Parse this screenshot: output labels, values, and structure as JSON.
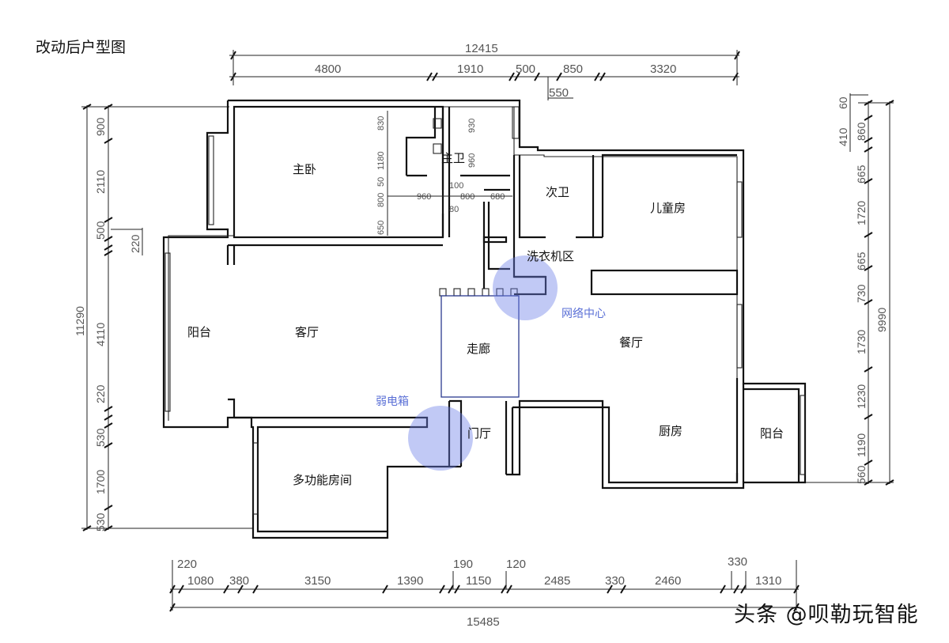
{
  "title": "改动后户型图",
  "watermark": "头条 @呗勒玩智能",
  "rooms": {
    "master_bedroom": "主卧",
    "master_bath": "主卫",
    "second_bath": "次卫",
    "kids_room": "儿童房",
    "laundry": "洗衣机区",
    "balcony_left": "阳台",
    "living_room": "客厅",
    "corridor": "走廊",
    "dining_room": "餐厅",
    "foyer": "门厅",
    "kitchen": "厨房",
    "balcony_right": "阳台",
    "multi_room": "多功能房间"
  },
  "markers": {
    "network_center": "网络中心",
    "weak_box": "弱电箱",
    "marker_color": "#6b7fe8"
  },
  "dimensions": {
    "top_total": "12415",
    "top": [
      "4800",
      "1910",
      "500",
      "850",
      "3320"
    ],
    "top_sub": "550",
    "bottom_top_row": [
      "220",
      "190",
      "120",
      "330"
    ],
    "bottom": [
      "1080",
      "380",
      "3150",
      "1390",
      "1150",
      "2485",
      "330",
      "2460",
      "1310"
    ],
    "bottom_total": "15485",
    "left_total": "11290",
    "left": [
      "900",
      "2110",
      "500",
      "220",
      "4110",
      "220",
      "530",
      "1700",
      "530"
    ],
    "right_total": "9990",
    "right_outer": [
      "60",
      "410"
    ],
    "right": [
      "860",
      "665",
      "1720",
      "665",
      "730",
      "1730",
      "1230",
      "1190",
      "560"
    ],
    "interior": [
      "830",
      "1180",
      "50",
      "800",
      "650",
      "930",
      "960",
      "960",
      "100",
      "800",
      "680",
      "80"
    ]
  }
}
